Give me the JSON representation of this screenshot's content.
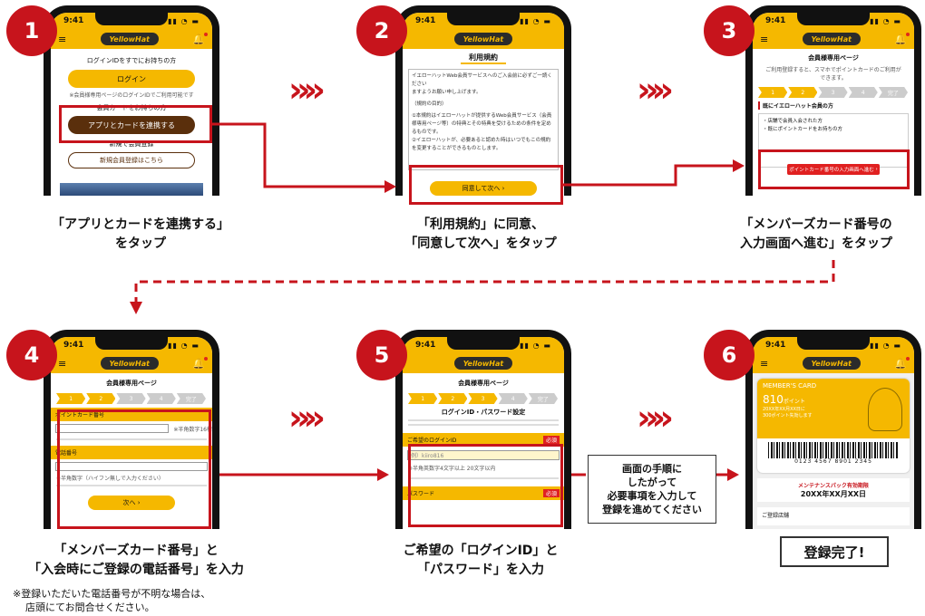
{
  "status_time": "9:41",
  "logo_text": "YellowHat",
  "steps": [
    {
      "num": "1",
      "caption": [
        "「アプリとカードを連携する」",
        "をタップ"
      ]
    },
    {
      "num": "2",
      "caption": [
        "「利用規約」に同意、",
        "「同意して次へ」をタップ"
      ]
    },
    {
      "num": "3",
      "caption": [
        "「メンバーズカード番号の",
        "入力画面へ進む」をタップ"
      ]
    },
    {
      "num": "4",
      "caption": [
        "「メンバーズカード番号」と",
        "「入会時にご登録の電話番号」を入力"
      ]
    },
    {
      "num": "5",
      "caption": [
        "ご希望の「ログインID」と",
        "「パスワード」を入力"
      ]
    },
    {
      "num": "6",
      "caption": []
    }
  ],
  "note": [
    "※登録いただいた電話番号が不明な場合は、",
    "店頭にてお問合せください。"
  ],
  "callout": [
    "画面の手順に",
    "したがって",
    "必要事項を入力して",
    "登録を進めてください"
  ],
  "done_label": "登録完了!",
  "screen1": {
    "heading": "ログインIDをすでにお持ちの方",
    "login": "ログイン",
    "login_note": "※会員様専用ページのログインIDでご利用可能です",
    "card_heading": "会員カードをお持ちの方",
    "link_btn": "アプリとカードを連携する",
    "new_heading": "新規で会員登録",
    "new_btn": "新規会員登録はこちら"
  },
  "screen2": {
    "title": "利用規約",
    "text": [
      "イエローハットWeb会員サービスへのご入会前に必ずご一読ください",
      "ますようお願い申し上げます。",
      "（規約の目的）",
      "①本規約はイエローハットが提供するWeb会員サービス（会員様専用ページ等）の特典とその特典を受けるための条件を定めるものです。",
      "②イエローハットが、必要あると認めた時はいつでもこの規約を変更することができるものとします。"
    ],
    "agree_btn": "同意して次へ"
  },
  "screen3": {
    "title": "会員様専用ページ",
    "sub": "ご利用登録すると、スマホでポイントカードのご利用ができます。",
    "steps": [
      "1",
      "2",
      "3",
      "4",
      "完了"
    ],
    "section": "既にイエローハット会員の方",
    "items": [
      "・店舗で会員入会された方",
      "・既にポイントカードをお持ちの方"
    ],
    "btn": "ポイントカード番号の入力画面へ進む"
  },
  "screen4": {
    "title": "会員様専用ページ",
    "steps": [
      "1",
      "2",
      "3",
      "4",
      "完了"
    ],
    "card_label": "ポイントカード番号",
    "card_note": "※半角数字16桁",
    "tel_label": "電話番号",
    "tel_note": "※半角数字（ハイフン無しで入力ください）",
    "next_btn": "次へ"
  },
  "screen5": {
    "title": "会員様専用ページ",
    "steps": [
      "1",
      "2",
      "3",
      "4",
      "完了"
    ],
    "heading": "ログインID・パスワード設定",
    "id_label": "ご希望のログインID",
    "required": "必須",
    "id_placeholder": "例）kiiro816",
    "id_note": "※半角英数字4文字以上 20文字以内",
    "pw_label": "パスワード"
  },
  "screen6": {
    "card_title": "MEMBER'S CARD",
    "points": "810",
    "points_unit": "ポイント",
    "exp_note": "20XX年XX月XX日に",
    "exp_note2": "300ポイント失効します",
    "barcode": "0123 4567 8901 2345",
    "maint_label": "メンテナンスパック有効期限",
    "maint_date": "20XX年XX月XX日",
    "shop_label": "ご登録店舗"
  }
}
